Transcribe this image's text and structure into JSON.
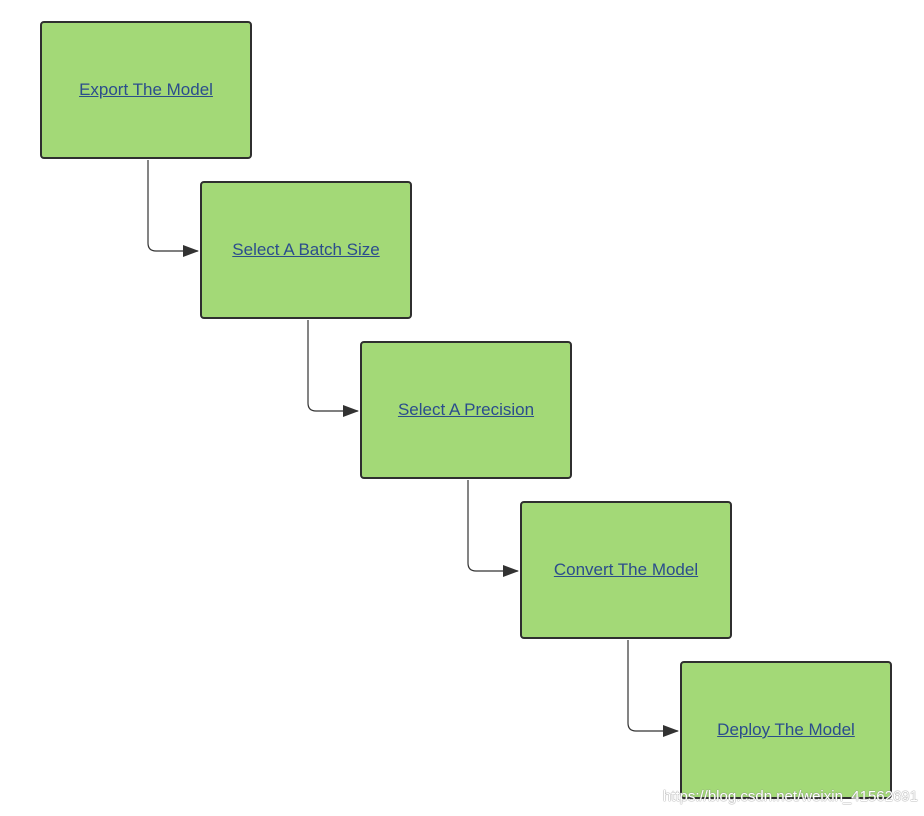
{
  "diagram": {
    "steps": [
      {
        "label": "Export The Model"
      },
      {
        "label": "Select A Batch Size"
      },
      {
        "label": "Select A Precision"
      },
      {
        "label": "Convert The Model"
      },
      {
        "label": "Deploy The Model"
      }
    ],
    "colors": {
      "box_fill": "#a3d977",
      "box_border": "#2f2f2f",
      "link_text": "#2b4d8c",
      "connector": "#333333"
    }
  },
  "watermark": "https://blog.csdn.net/weixin_41562691"
}
